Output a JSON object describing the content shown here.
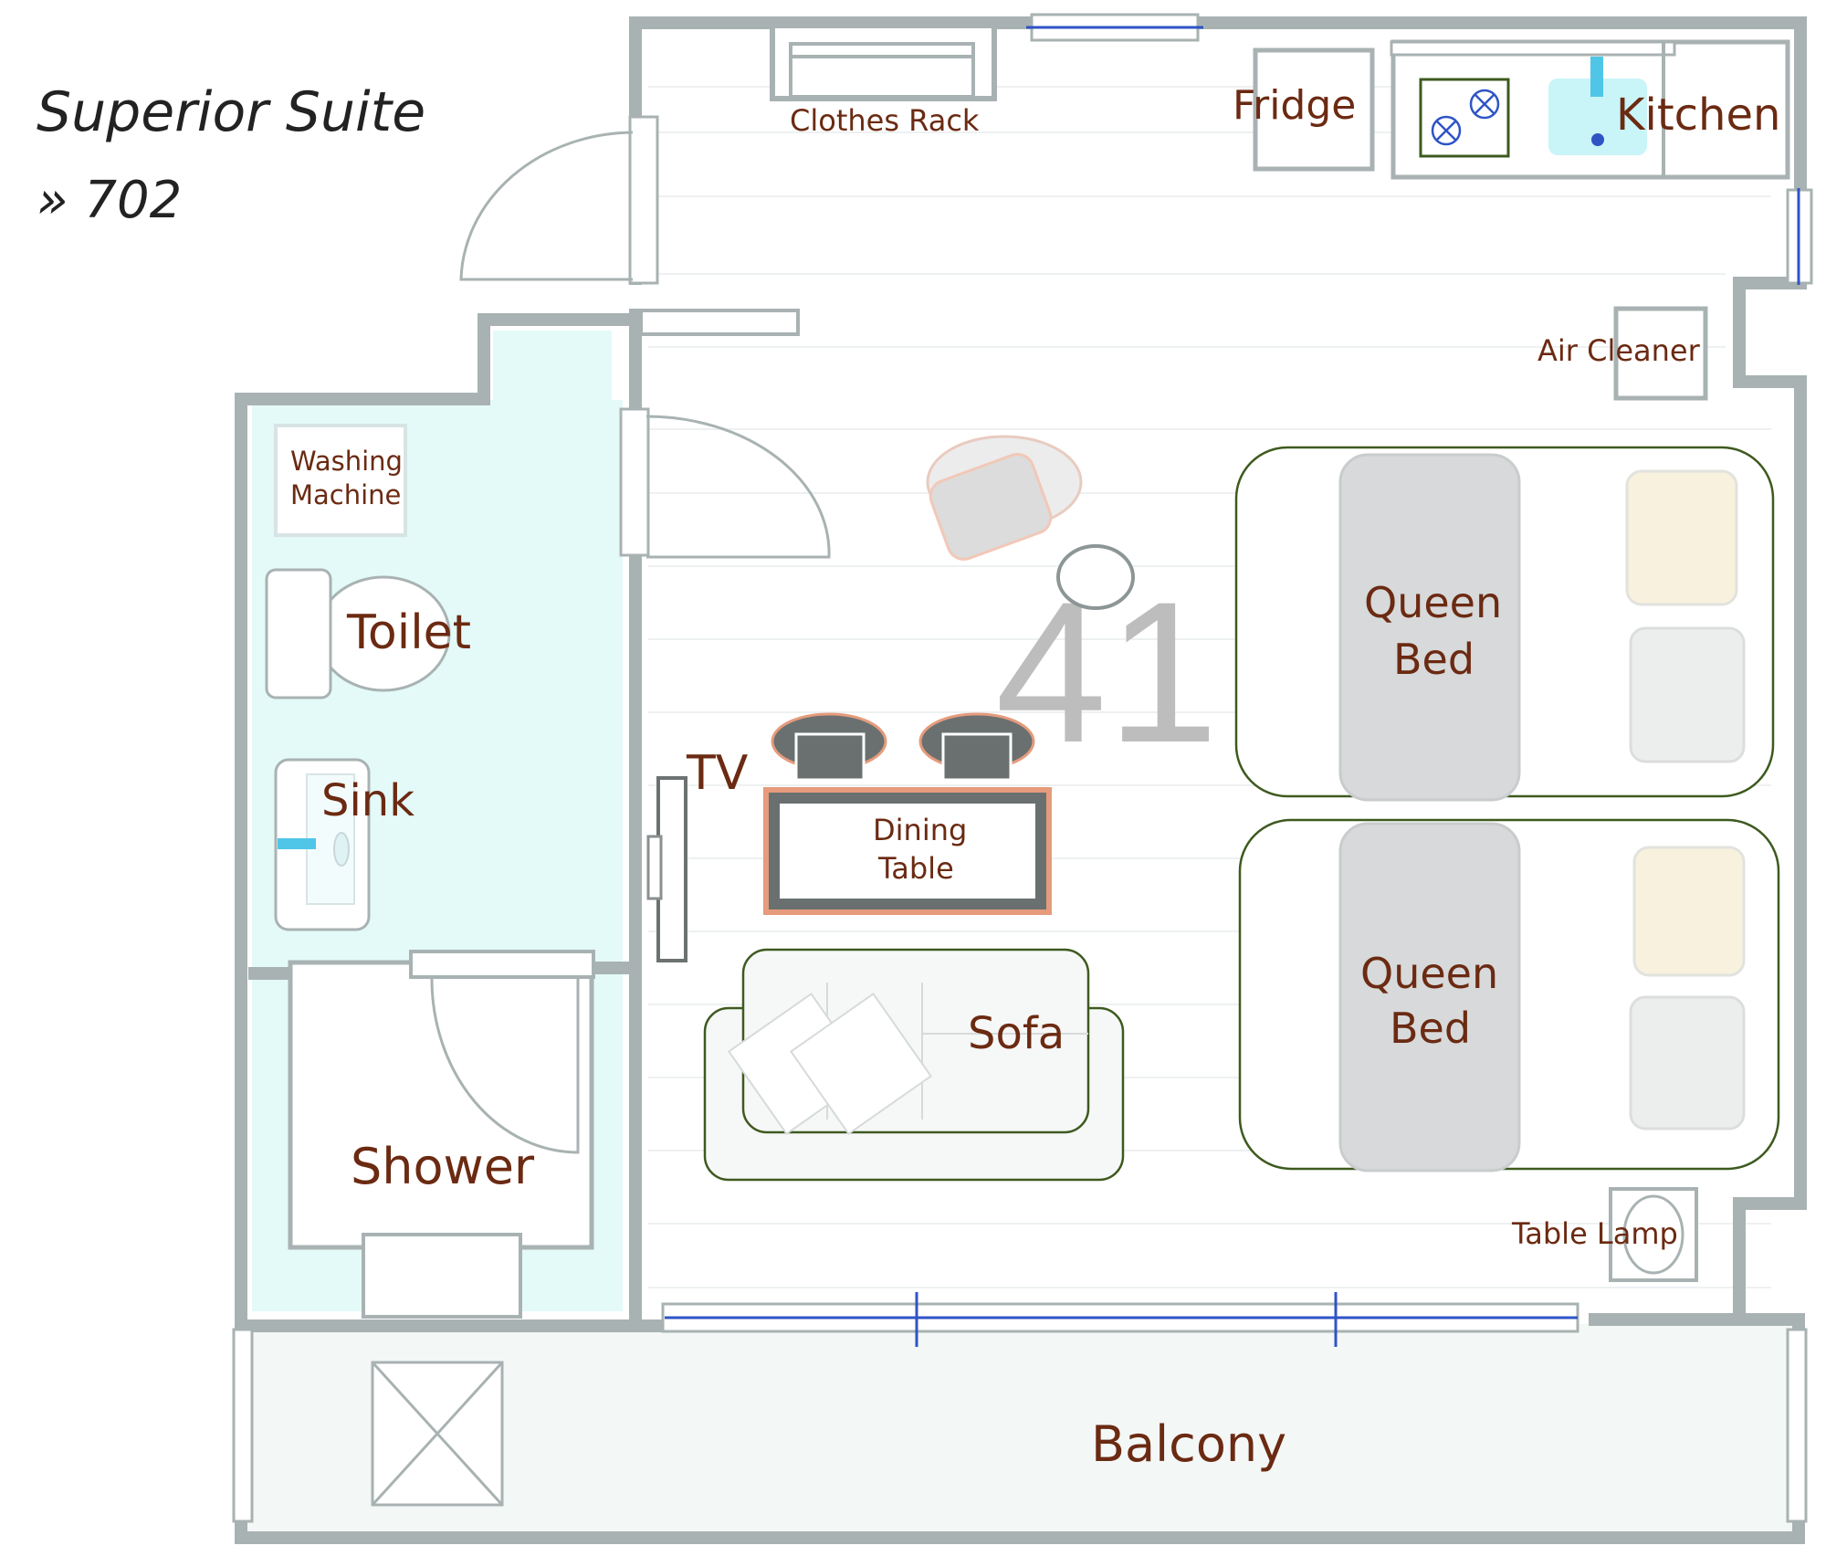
{
  "title": {
    "name": "Superior Suite",
    "room_number": "» 702"
  },
  "area": {
    "value": "41 m²"
  },
  "rooms": {
    "clothes_rack": "Clothes Rack",
    "fridge": "Fridge",
    "kitchen": "Kitchen",
    "air_cleaner": "Air Cleaner",
    "washing_machine_line1": "Washing",
    "washing_machine_line2": "Machine",
    "toilet": "Toilet",
    "sink": "Sink",
    "tv": "TV",
    "dining_table_line1": "Dining",
    "dining_table_line2": "Table",
    "sofa": "Sofa",
    "shower": "Shower",
    "queen_bed_1_line1": "Queen",
    "queen_bed_1_line2": "Bed",
    "queen_bed_2_line1": "Queen",
    "queen_bed_2_line2": "Bed",
    "table_lamp": "Table Lamp",
    "balcony": "Balcony"
  },
  "colors": {
    "wall": "#a9b2b2",
    "label": "#6b2a12",
    "bathroom_fill": "#e3faf8",
    "furniture_outline": "#3e5a1f",
    "window_line": "#2f54c6",
    "table_outline": "#e59b7c",
    "bed_cover": "#d7d9da",
    "pillow_cream": "#f7f1de",
    "pillow_grey": "#eceeed"
  }
}
